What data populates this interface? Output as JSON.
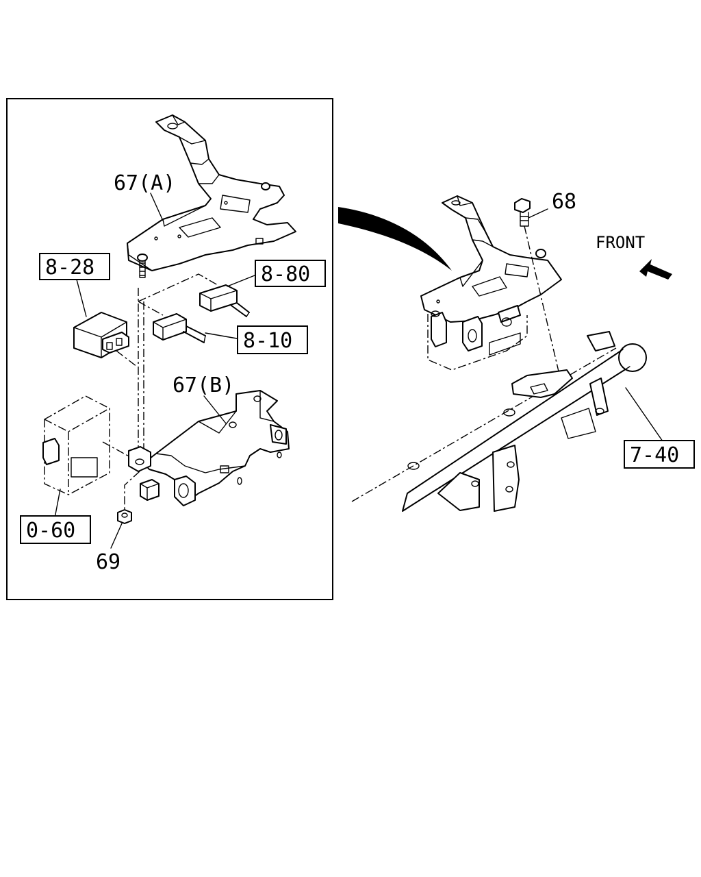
{
  "labels": {
    "bracket_a": "67(A)",
    "bracket_b": "67(B)",
    "bolt": "68",
    "nut": "69",
    "front": "FRONT"
  },
  "refs": {
    "r828": "8-28",
    "r880": "8-80",
    "r810": "8-10",
    "r060": "0-60",
    "r740": "7-40"
  }
}
